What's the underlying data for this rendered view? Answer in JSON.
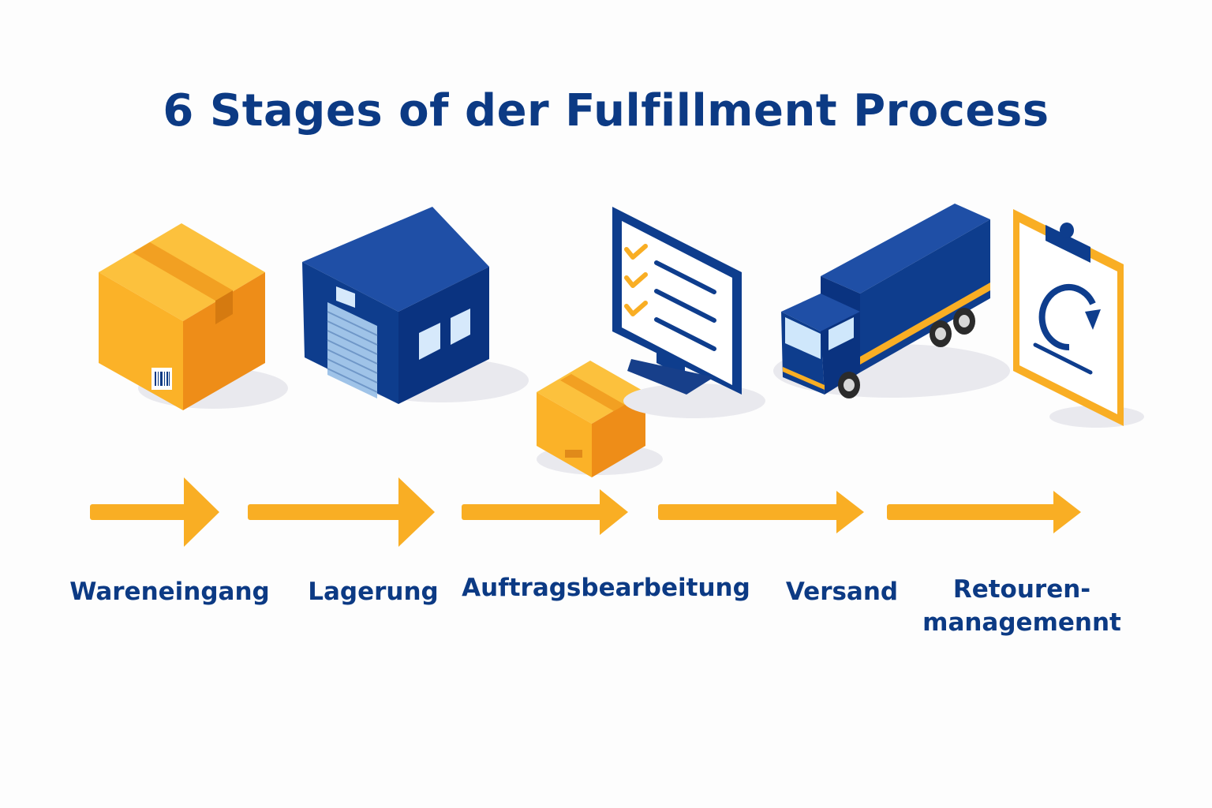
{
  "title": "6 Stages of der Fulfillment Process",
  "colors": {
    "navy": "#0c3a84",
    "orange": "#f9ae24",
    "orange_dark": "#ef8f17",
    "light_blue": "#cfe7fb"
  },
  "stages": [
    {
      "label": "Wareneingang",
      "icon": "cardboard-box-icon"
    },
    {
      "label": "Lagerung",
      "icon": "warehouse-icon"
    },
    {
      "label": "Auftragsbearbeitung",
      "icon": "order-checklist-monitor-icon"
    },
    {
      "label": "Versand",
      "icon": "delivery-truck-icon"
    },
    {
      "label": "Retouren-",
      "label_line2": "managemennt",
      "icon": "return-clipboard-icon"
    }
  ]
}
